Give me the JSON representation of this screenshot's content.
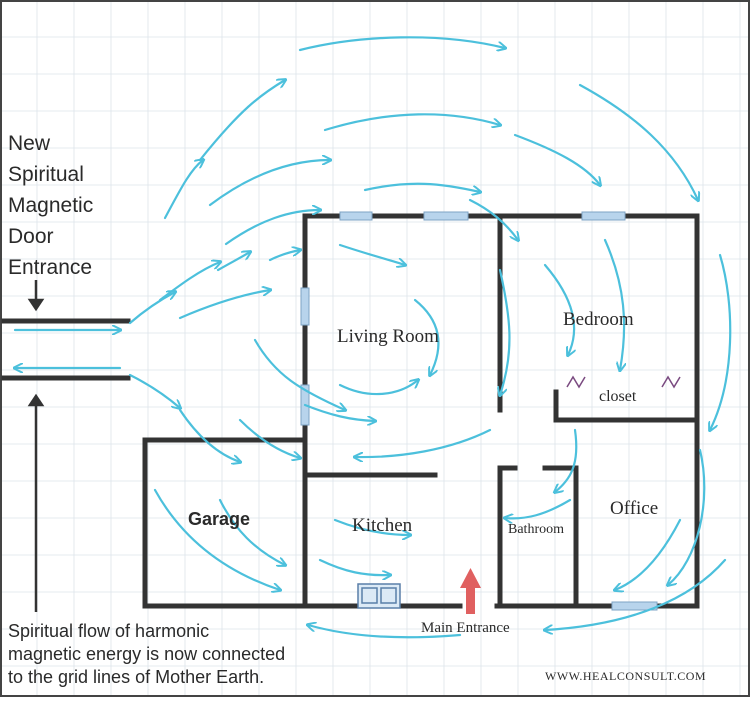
{
  "left_title": [
    "New",
    "Spiritual",
    "Magnetic",
    "Door",
    "Entrance"
  ],
  "rooms": {
    "living_room": "Living Room",
    "bedroom": "Bedroom",
    "closet": "closet",
    "kitchen": "Kitchen",
    "garage": "Garage",
    "bathroom": "Bathroom",
    "office": "Office"
  },
  "main_entrance": "Main Entrance",
  "caption": [
    "Spiritual flow of harmonic",
    "magnetic energy is now connected",
    "to the grid lines of Mother Earth."
  ],
  "website": "WWW.HEALCONSULT.COM",
  "colors": {
    "wall": "#333333",
    "flow": "#4cc0dc",
    "window": "#b8d4ec",
    "entrance_arrow": "#e06060",
    "grid": "#dde4ea"
  }
}
